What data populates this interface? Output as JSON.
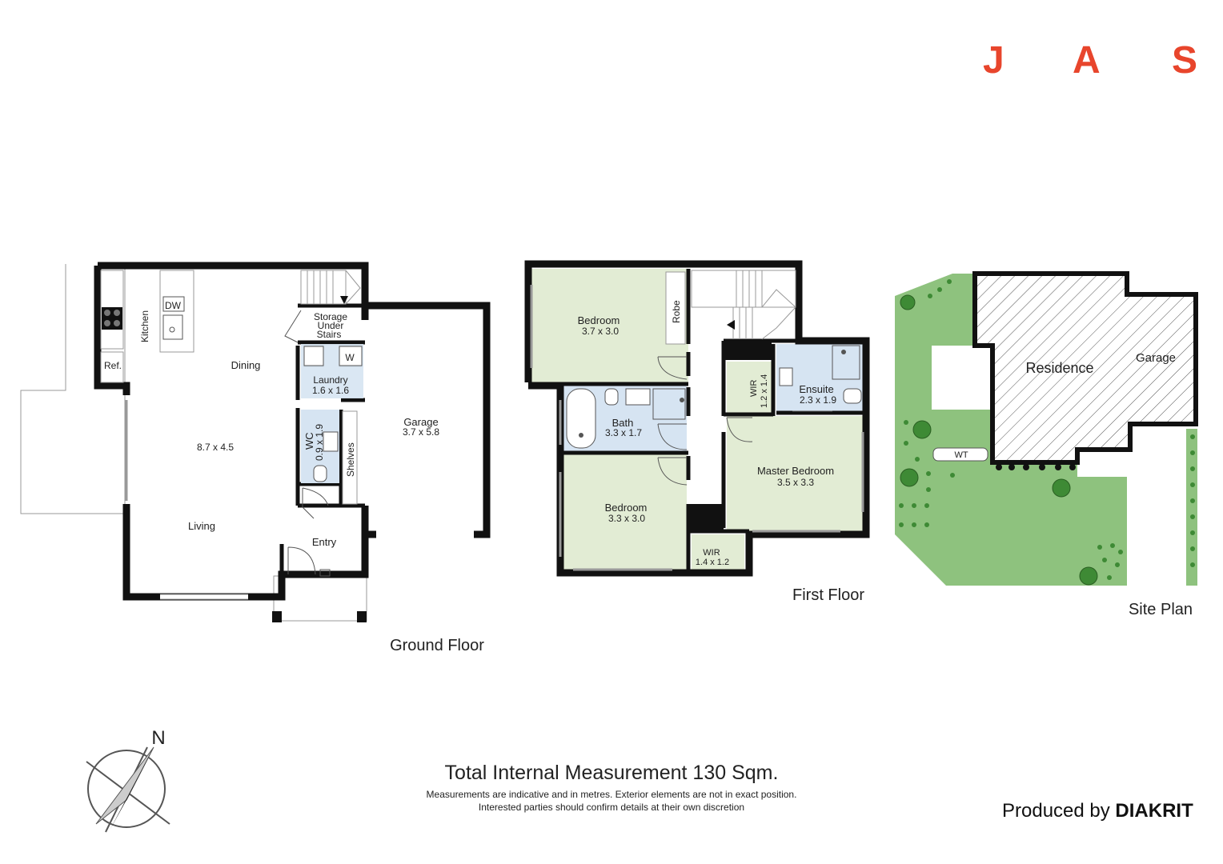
{
  "brand": {
    "letters": [
      "J",
      "A",
      "S"
    ],
    "color": "#e8452c"
  },
  "colors": {
    "bedroom": "#e2ecd4",
    "wet": "#d6e4f2",
    "site_green": "#8ec27e",
    "tree": "#3e8a35",
    "wall": "#111111"
  },
  "ground_floor": {
    "title": "Ground Floor",
    "rooms": {
      "kitchen": "Kitchen",
      "dw": "DW",
      "ref": "Ref.",
      "dining": "Dining",
      "living_dims": "8.7 x 4.5",
      "living": "Living",
      "storage_1": "Storage",
      "storage_2": "Under",
      "storage_3": "Stairs",
      "w": "W",
      "laundry": "Laundry",
      "laundry_dims": "1.6 x 1.6",
      "wc": "WC",
      "wc_dims": "0.9 x 1.9",
      "shelves": "Shelves",
      "garage": "Garage",
      "garage_dims": "3.7 x 5.8",
      "entry": "Entry"
    }
  },
  "first_floor": {
    "title": "First Floor",
    "rooms": {
      "bedroom1": "Bedroom",
      "bedroom1_dims": "3.7 x 3.0",
      "robe": "Robe",
      "bath": "Bath",
      "bath_dims": "3.3 x 1.7",
      "bedroom2": "Bedroom",
      "bedroom2_dims": "3.3 x 3.0",
      "wir_small": "WIR",
      "wir_small_dims": "1.4 x 1.2",
      "wir": "WIR",
      "wir_dims": "1.2 x 1.4",
      "ensuite": "Ensuite",
      "ensuite_dims": "2.3 x 1.9",
      "master": "Master Bedroom",
      "master_dims": "3.5 x 3.3"
    }
  },
  "site_plan": {
    "title": "Site Plan",
    "residence": "Residence",
    "garage": "Garage",
    "wt": "WT"
  },
  "compass": {
    "north": "N"
  },
  "footer": {
    "total": "Total Internal Measurement 130 Sqm.",
    "note1": "Measurements are indicative and in metres. Exterior elements are not in exact position.",
    "note2": "Interested parties should confirm details at their own discretion",
    "produced_prefix": "Produced by ",
    "produced_brand": "DIAKRIT"
  }
}
